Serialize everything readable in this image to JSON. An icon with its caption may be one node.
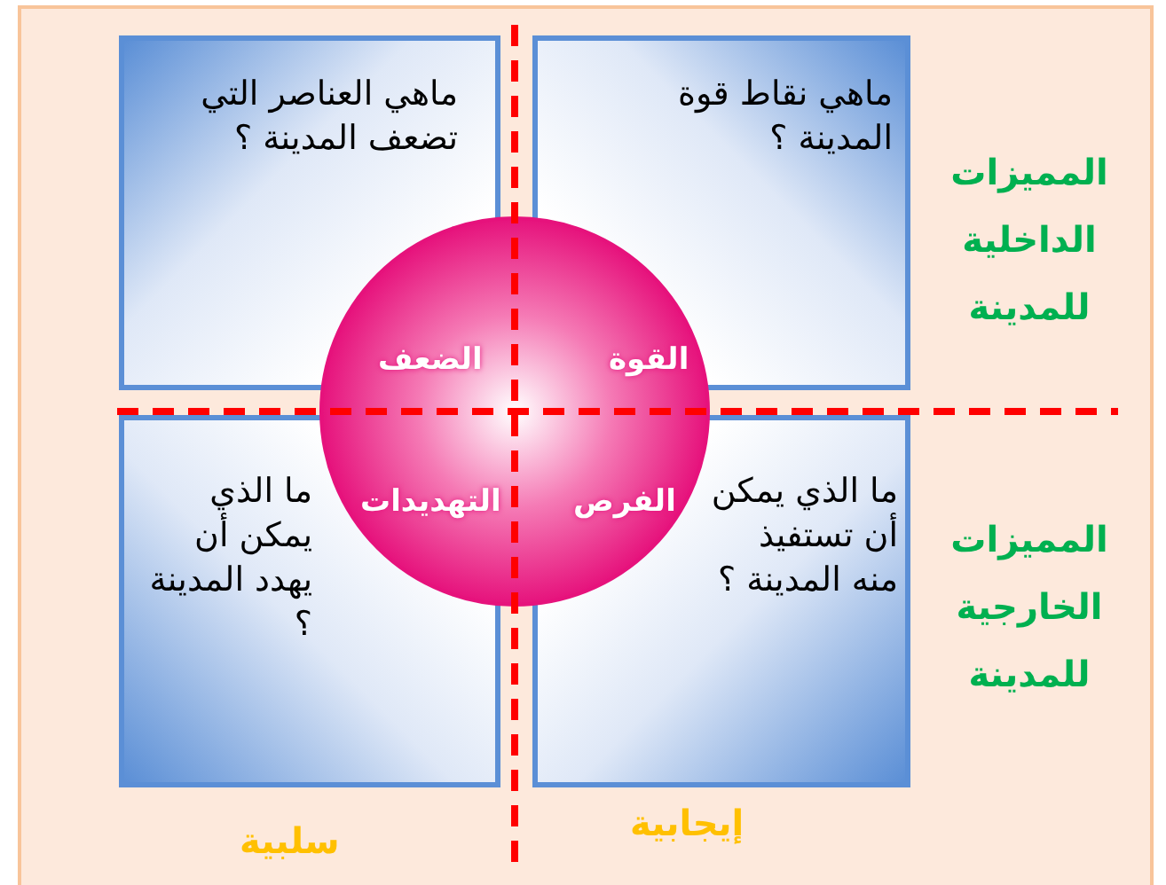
{
  "diagram": {
    "nodes": [
      {
        "text": [
          "ماهي نقاط قوة المدينة ؟",
          "القوة"
        ]
      },
      {
        "text": [
          "ماهي العناصر التي تضعف المدينة ؟",
          "الضعف"
        ]
      },
      {
        "text": [],
        "shape": "circle"
      },
      {
        "text": [
          "ما الذي يمكن أن تستفيذ منه المدينة ؟",
          "الفرص"
        ]
      },
      {
        "text": [
          "التهديدات",
          "ما الذي يمكن أن يهدد المدينة ؟"
        ]
      }
    ],
    "labels": [
      "المميزات الداخلية للمدينة",
      "المميزات الخارجية للمدينة",
      "إيجابية",
      "سلبية"
    ]
  }
}
